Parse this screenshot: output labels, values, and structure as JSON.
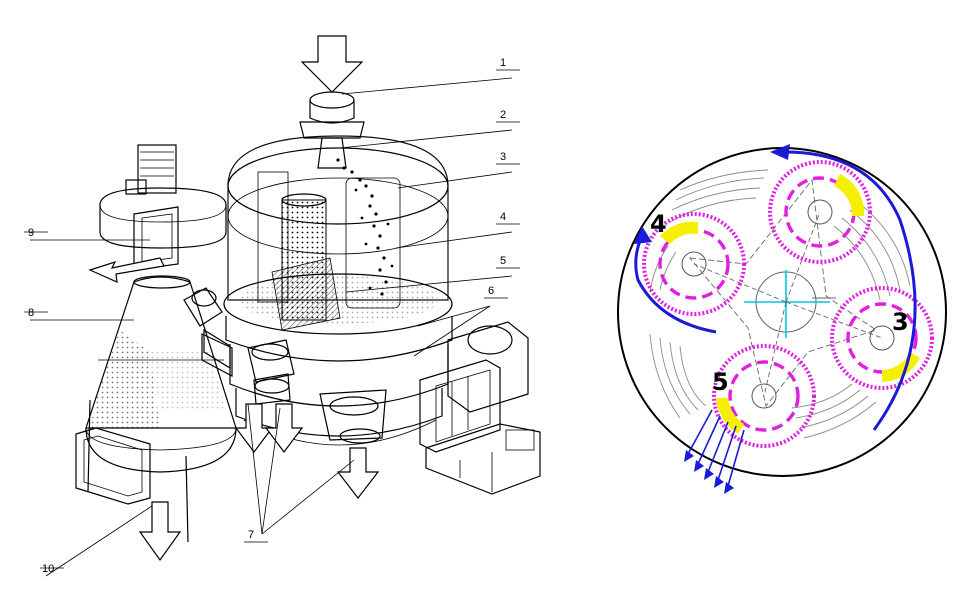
{
  "machine": {
    "callouts": [
      "1",
      "2",
      "3",
      "4",
      "5",
      "6",
      "7",
      "8",
      "9",
      "10"
    ]
  },
  "plan_view": {
    "stations": [
      "3",
      "4",
      "5"
    ]
  },
  "colors": {
    "outline": "#000000",
    "ring": "#e020e0",
    "wear_pad": "#f5ef00",
    "rotation_arrow": "#1a1ad8",
    "centre_cross": "#00c8e0",
    "grid": "#8a8a8a"
  }
}
